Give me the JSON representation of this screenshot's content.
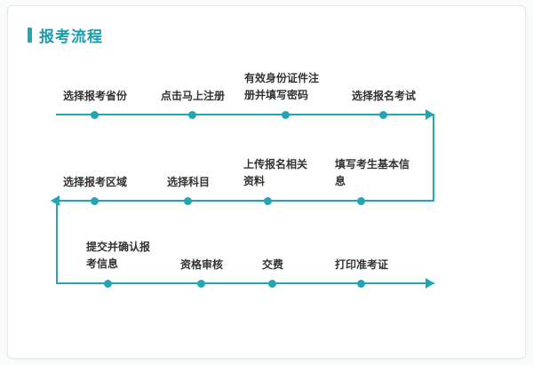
{
  "page": {
    "title": "报考流程"
  },
  "colors": {
    "accent": "#23a6b4",
    "title_text": "#189eae",
    "label_text": "#333333",
    "card_bg": "#ffffff",
    "card_border": "#e6e8ea",
    "page_bg": "#fafbfb"
  },
  "flow": {
    "rows": [
      {
        "direction": "right",
        "steps": [
          {
            "label": "选择报考省份"
          },
          {
            "label": "点击马上注册"
          },
          {
            "label": "有效身份证件注\n册并填写密码"
          },
          {
            "label": "选择报名考试"
          }
        ]
      },
      {
        "direction": "left",
        "steps": [
          {
            "label": "选择报考区域"
          },
          {
            "label": "选择科目"
          },
          {
            "label": "上传报名相关\n资料"
          },
          {
            "label": "填写考生基本信\n息"
          }
        ]
      },
      {
        "direction": "right",
        "steps": [
          {
            "label": "提交并确认报\n考信息"
          },
          {
            "label": "资格审核"
          },
          {
            "label": "交费"
          },
          {
            "label": "打印准考证"
          }
        ]
      }
    ]
  }
}
